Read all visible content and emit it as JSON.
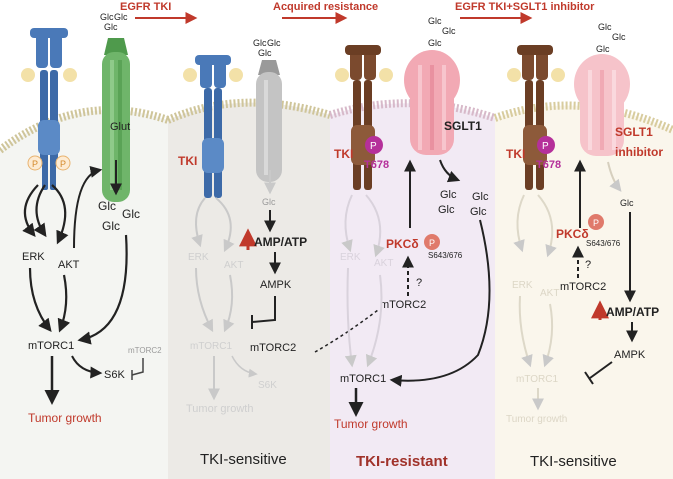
{
  "header": {
    "step1": "EGFR TKI",
    "step2": "Acquired resistance",
    "step3": "EGFR TKI+SGLT1 inhibitor"
  },
  "panel1": {
    "glc_top": [
      "Glc",
      "Glc",
      "Glc"
    ],
    "phospho": [
      "P",
      "P"
    ],
    "glut": "Glut",
    "glc_in": [
      "Glc",
      "Glc",
      "Glc"
    ],
    "erk": "ERK",
    "akt": "AKT",
    "mtorc1": "mTORC1",
    "mtorc2": "mTORC2",
    "s6k": "S6K",
    "outcome": "Tumor growth"
  },
  "panel2": {
    "glc_top": [
      "Glc",
      "Glc",
      "Glc"
    ],
    "tki": "TKI",
    "glc_in": "Glc",
    "amp_atp": "AMP/ATP",
    "ampk": "AMPK",
    "erk": "ERK",
    "akt": "AKT",
    "mtorc1": "mTORC1",
    "mtorc2": "mTORC2",
    "s6k": "S6K",
    "outcome": "Tumor growth",
    "status": "TKI-sensitive"
  },
  "panel3": {
    "glc_top": [
      "Glc",
      "Glc",
      "Glc"
    ],
    "tki": "TKI",
    "phospho": "P",
    "t678": "T678",
    "sglt1": "SGLT1",
    "glc_in": [
      "Glc",
      "Glc",
      "Glc"
    ],
    "pkc": "PKCδ",
    "pkc_p": "P",
    "pkc_site": "S643/676",
    "question": "?",
    "mtorc2": "mTORC2",
    "erk": "ERK",
    "akt": "AKT",
    "mtorc1": "mTORC1",
    "outcome": "Tumor growth",
    "status": "TKI-resistant"
  },
  "panel4": {
    "glc_top": [
      "Glc",
      "Glc",
      "Glc"
    ],
    "tki": "TKI",
    "phospho": "P",
    "t678": "T678",
    "sglt1": "SGLT1",
    "inhibitor": "inhibitor",
    "glc_in": "Glc",
    "pkc": "PKCδ",
    "pkc_p": "P",
    "pkc_site": "S643/676",
    "question": "?",
    "mtorc2": "mTORC2",
    "amp_atp": "AMP/ATP",
    "ampk": "AMPK",
    "erk": "ERK",
    "akt": "AKT",
    "mtorc1": "mTORC1",
    "outcome": "Tumor growth",
    "status": "TKI-sensitive"
  },
  "colors": {
    "header_red": "#c0392b",
    "tumor_red": "#c0392b",
    "egfr_blue": "#4a79b8",
    "egfr_brown": "#7b4a2e",
    "glut_green": "#6fb56a",
    "sglt1_pink": "#f2a9b4",
    "phospho_magenta": "#b5309a",
    "pkc_salmon": "#e07a6b",
    "panel1_bg": "#f5f6f3",
    "panel2_bg": "#eeece9",
    "panel3_bg": "#f3ebf5",
    "panel4_bg": "#faf7ee"
  }
}
